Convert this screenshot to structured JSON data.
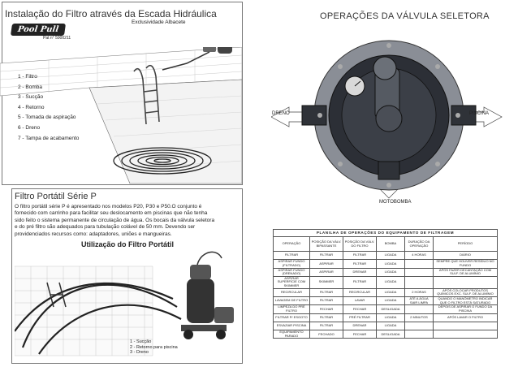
{
  "top_left": {
    "title": "Instalação do Filtro através da Escada Hidráulica",
    "exclusivity": "Exclusividade Albacete",
    "logo_text": "Pool Pull",
    "patent": "Pat n° 5900211",
    "parts": [
      "1 - Filtro",
      "2 - Bomba",
      "3 - Sucção",
      "4 - Retorno",
      "5 - Tomada de aspiração",
      "6 - Dreno",
      "7 - Tampa de acabamento"
    ]
  },
  "portable": {
    "title": "Filtro Portátil  Série P",
    "text_lines": [
      "O filtro portátil série P é apresentado nos modelos P20, P30 e P50.O conjunto é",
      "fornecido com carrinho para facilitar seu deslocamento em piscinas que não tenha",
      "sido feito o sistema permanente de circulação de água. Os bocais da válvula seletora",
      "e do pré filtro são adequados para tubulação colável de 50 mm. Devendo ser",
      "providenciados recursos como: adaptadores, uniões e mangueiras."
    ],
    "usage_title": "Utilização do Filtro Portátil",
    "legend": [
      "1 - Sucção",
      "2 - Retorno para piscina",
      "3 - Dreno"
    ]
  },
  "valve": {
    "title": "OPERAÇÕES DA VÁLVULA SELETORA",
    "label_left": "DRENO",
    "label_right": "PISCINA",
    "label_bottom": "MOTOBOMBA"
  },
  "table": {
    "caption": "PLANILHA DE OPERAÇÕES DO EQUIPAMENTO DE FILTRAGEM",
    "headers": [
      "OPERAÇÃO",
      "POSIÇÃO DA VÁLV. BIPASSANTE",
      "POSIÇÃO DA VÁLV. DO FILTRO",
      "BOMBA",
      "DURAÇÃO DA OPERAÇÃO",
      "PERÍODO"
    ],
    "rows": [
      [
        "FILTRAR",
        "FILTRAR",
        "FILTRAR",
        "LIGADA",
        "4 HORAS",
        "DIÁRIO"
      ],
      [
        "ASPIRAR FUNDO (FILTRADO)",
        "ASPIRAR",
        "FILTRAR",
        "LIGADA",
        "",
        "SEMPRE QUE HOUVER RESÍDUO NO FUNDO"
      ],
      [
        "ASPIRAR FUNDO (DRENADO)",
        "ASPIRAR",
        "DRENAR",
        "LIGADA",
        "",
        "APÓS FAZER DECANTAÇÃO COM SULF. DE ALUMÍNIO"
      ],
      [
        "ASPIRAR SUPERFÍCIE COM SKIMMER",
        "SKIMMER",
        "FILTRAR",
        "LIGADA",
        "",
        ""
      ],
      [
        "RECIRCULAR",
        "FILTRAR",
        "RECIRCULAR",
        "LIGADA",
        "2 HORAS",
        "APÓS COLOCAR PRODUTOS QUÍMICOS EXC. SULF. DE ALUMÍNIO"
      ],
      [
        "LAVAGEM DE FILTRO",
        "FILTRAR",
        "LAVAR",
        "LIGADA",
        "ATÉ A ÁGUA SAIR LIMPA",
        "QUANDO O MANÔMETRO INDICAR QUE O FILTRO ESTÁ SATURADO"
      ],
      [
        "LIMPEZA DO PRÉ FILTRO",
        "FECHAR",
        "FECHAR",
        "DESLIGADA",
        "",
        "DEPOIS DE ASPIRAR O FUNDO DA PISCINA"
      ],
      [
        "FILTRAR P/ ESGOTO",
        "FILTRAR",
        "PRÉ FILTRAR",
        "LIGADA",
        "2 MINUTOS",
        "APÓS LAVAR O FILTRO"
      ],
      [
        "ESVAZIAR PISCINA",
        "FILTRAR",
        "DRENAR",
        "LIGADA",
        "",
        ""
      ],
      [
        "EQUIPAMENTO PARADO",
        "FECHADO",
        "FECHAR",
        "DESLIGADA",
        "",
        ""
      ]
    ]
  }
}
